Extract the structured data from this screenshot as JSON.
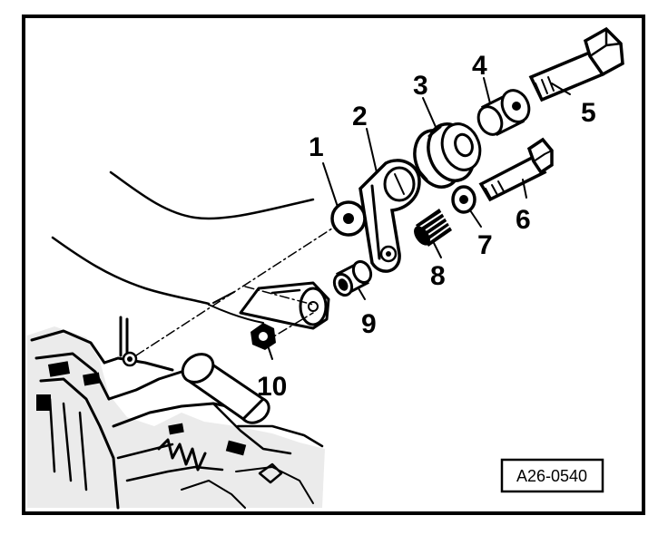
{
  "diagram": {
    "callouts": [
      "1",
      "2",
      "3",
      "4",
      "5",
      "6",
      "7",
      "8",
      "9",
      "10"
    ],
    "reference": "A26-0540"
  },
  "colors": {
    "ink": "#000000",
    "paper": "#ffffff"
  }
}
